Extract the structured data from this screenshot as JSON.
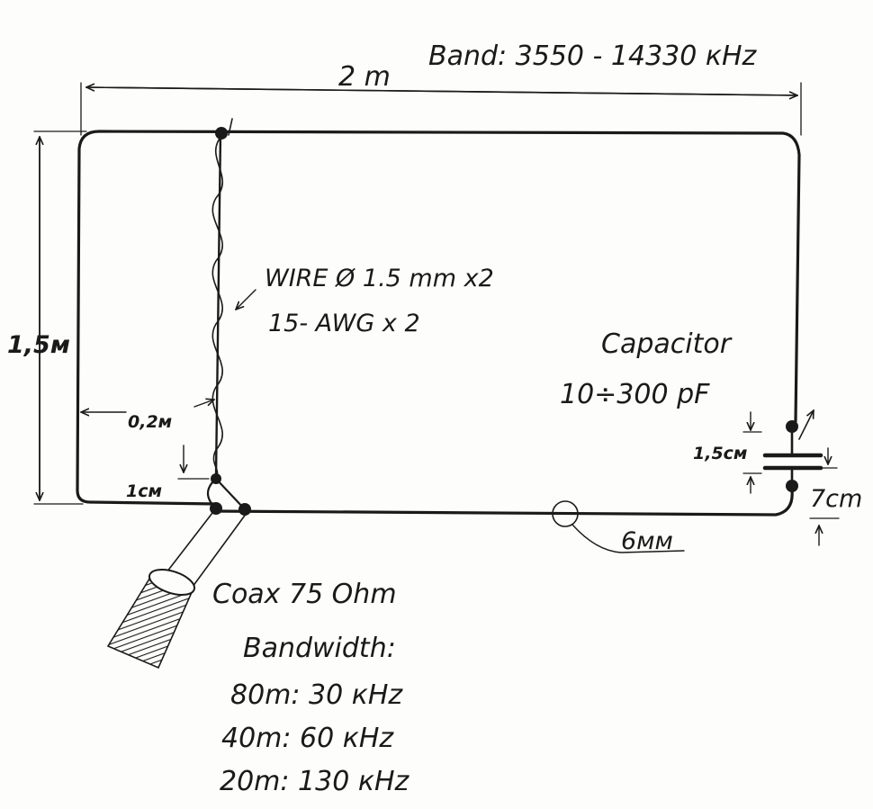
{
  "labels": {
    "band": "Band: 3550 - 14330 кHz",
    "width": "2 m",
    "height": "1,5м",
    "wire_line1": "WIRE Ø 1.5 mm x2",
    "wire_line2": "15- AWG x 2",
    "capacitor_title": "Capacitor",
    "capacitor_range": "10÷300 pF",
    "offset": "0,2м",
    "gap": "1см",
    "cap_spacing": "1,5см",
    "cap_length": "7cm",
    "tube": "6мм",
    "coax": "Coax 75 Ohm",
    "bandwidth_title": "Bandwidth:",
    "bandwidth_80": "80m: 30 кHz",
    "bandwidth_40": "40m: 60 кHz",
    "bandwidth_20": "20m: 130 кHz"
  },
  "colors": {
    "ink": "#1a1a1a",
    "paper": "#fdfdfb"
  }
}
